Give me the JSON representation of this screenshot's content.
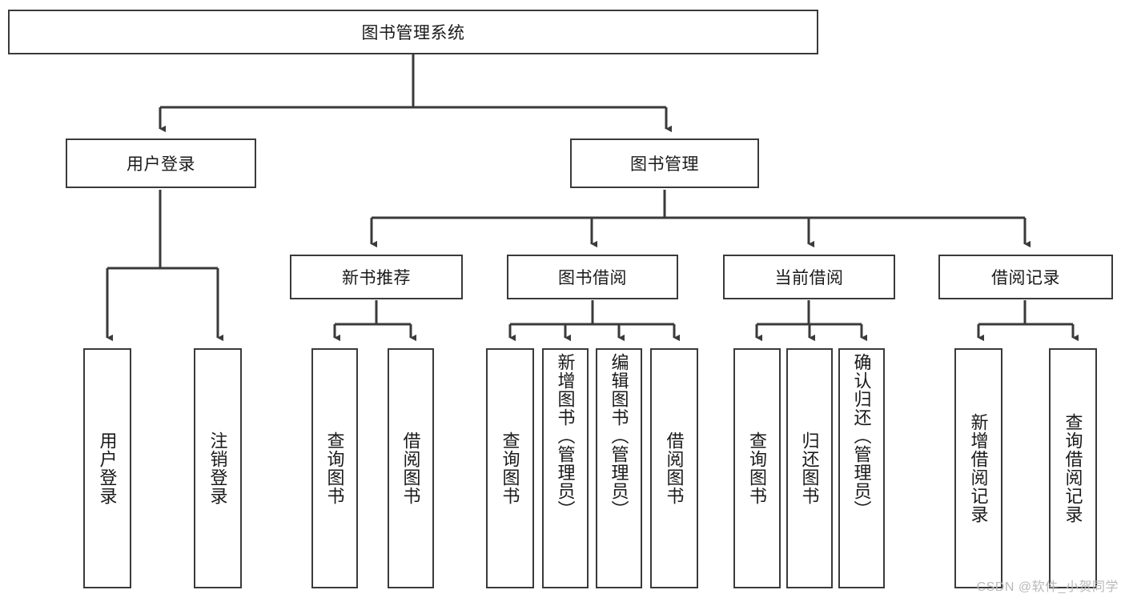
{
  "diagram": {
    "type": "hierarchy-tree",
    "title": "图书管理系统",
    "root": {
      "id": "root",
      "label": "图书管理系统",
      "orientation": "horizontal"
    },
    "level2": [
      {
        "id": "user-login",
        "label": "用户登录",
        "orientation": "horizontal"
      },
      {
        "id": "book-manage",
        "label": "图书管理",
        "orientation": "horizontal"
      }
    ],
    "level3": [
      {
        "id": "new-book-rec",
        "label": "新书推荐",
        "orientation": "horizontal"
      },
      {
        "id": "book-borrow",
        "label": "图书借阅",
        "orientation": "horizontal"
      },
      {
        "id": "current-borrow",
        "label": "当前借阅",
        "orientation": "horizontal"
      },
      {
        "id": "borrow-record",
        "label": "借阅记录",
        "orientation": "horizontal"
      }
    ],
    "leaves": [
      {
        "id": "leaf-user-login",
        "label": "用户登录",
        "parent": "user-login",
        "orientation": "vertical"
      },
      {
        "id": "leaf-user-logout",
        "label": "注销登录",
        "parent": "user-login",
        "orientation": "vertical"
      },
      {
        "id": "leaf-query-book-1",
        "label": "查询图书",
        "parent": "new-book-rec",
        "orientation": "vertical"
      },
      {
        "id": "leaf-borrow-book-1",
        "label": "借阅图书",
        "parent": "new-book-rec",
        "orientation": "vertical"
      },
      {
        "id": "leaf-query-book-2",
        "label": "查询图书",
        "parent": "book-borrow",
        "orientation": "vertical"
      },
      {
        "id": "leaf-add-book",
        "label": "新增图书（管理员）",
        "parent": "book-borrow",
        "orientation": "vertical"
      },
      {
        "id": "leaf-edit-book",
        "label": "编辑图书（管理员）",
        "parent": "book-borrow",
        "orientation": "vertical"
      },
      {
        "id": "leaf-borrow-book-2",
        "label": "借阅图书",
        "parent": "book-borrow",
        "orientation": "vertical"
      },
      {
        "id": "leaf-query-book-3",
        "label": "查询图书",
        "parent": "current-borrow",
        "orientation": "vertical"
      },
      {
        "id": "leaf-return-book",
        "label": "归还图书",
        "parent": "current-borrow",
        "orientation": "vertical"
      },
      {
        "id": "leaf-confirm-return",
        "label": "确认归还（管理员）",
        "parent": "current-borrow",
        "orientation": "vertical"
      },
      {
        "id": "leaf-add-record",
        "label": "新增借阅记录",
        "parent": "borrow-record",
        "orientation": "vertical"
      },
      {
        "id": "leaf-query-record",
        "label": "查询借阅记录",
        "parent": "borrow-record",
        "orientation": "vertical"
      }
    ],
    "colors": {
      "stroke": "#3a3a3a",
      "fill": "#ffffff",
      "text": "#1a1a1a",
      "watermark": "#b9b9b9"
    }
  },
  "watermark": {
    "text": "CSDN @软件_小贺同学"
  }
}
